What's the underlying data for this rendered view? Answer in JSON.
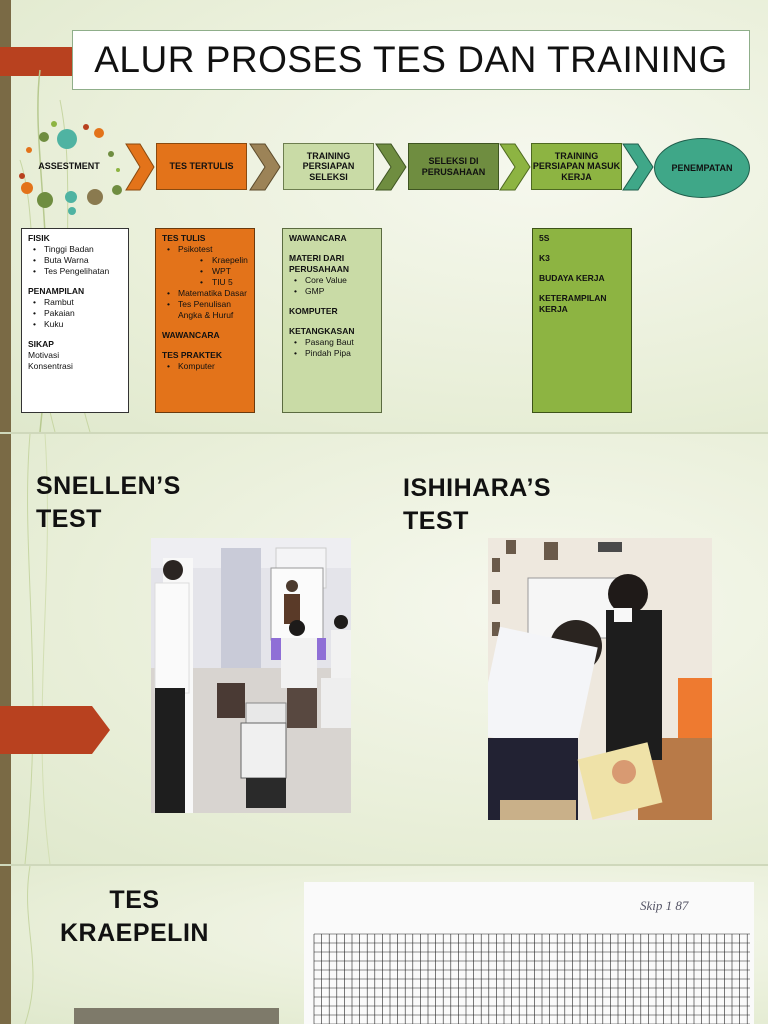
{
  "slide1": {
    "title": "ALUR PROSES TES DAN TRAINING",
    "flow": {
      "assessment": "ASSESTMENT",
      "tes_tertulis": "TES TERTULIS",
      "training_seleksi": "TRAINING PERSIAPAN SELEKSI",
      "seleksi": "SELEKSI DI PERUSAHAAN",
      "training_kerja": "TRAINING PERSIAPAN MASUK KERJA",
      "penempatan": "PENEMPATAN"
    },
    "fisik": {
      "h1": "FISIK",
      "items1": [
        "Tinggi Badan",
        "Buta Warna",
        "Tes Pengelihatan"
      ],
      "h2": "PENAMPILAN",
      "items2": [
        "Rambut",
        "Pakaian",
        "Kuku"
      ],
      "h3": "SIKAP",
      "t3a": "Motivasi",
      "t3b": "Konsentrasi"
    },
    "tes_tulis": {
      "h1": "TES TULIS",
      "psikotest": "Psikotest",
      "sub": [
        "Kraepelin",
        "WPT",
        "TIU 5"
      ],
      "matematika": "Matematika Dasar",
      "penulisan": "Tes Penulisan Angka & Huruf",
      "h2": "WAWANCARA",
      "h3": "TES PRAKTEK",
      "praktek": "Komputer"
    },
    "wawancara": {
      "h1": "WAWANCARA",
      "h2": "MATERI DARI PERUSAHAAN",
      "items2": [
        "Core Value",
        "GMP"
      ],
      "h3": "KOMPUTER",
      "h4": "KETANGKASAN",
      "items4": [
        "Pasang Baut",
        "Pindah Pipa"
      ]
    },
    "kerja": {
      "h1": "5S",
      "h2": "K3",
      "h3": "BUDAYA KERJA",
      "h4": "KETERAMPILAN KERJA"
    }
  },
  "slide2": {
    "snellen_1": "SNELLEN’S",
    "snellen_2": "TEST",
    "ishihara_1": "ISHIHARA’S",
    "ishihara_2": "TEST"
  },
  "slide3": {
    "kraepelin_1": "TES",
    "kraepelin_2": "KRAEPELIN",
    "sheet_note": "Skip 1 87"
  },
  "colors": {
    "orange": "#e3731a",
    "light_green": "#c9dba6",
    "olive_green": "#6f8d40",
    "lime_green": "#8db442",
    "teal": "#3fa788",
    "accent_red": "#b8411f"
  }
}
